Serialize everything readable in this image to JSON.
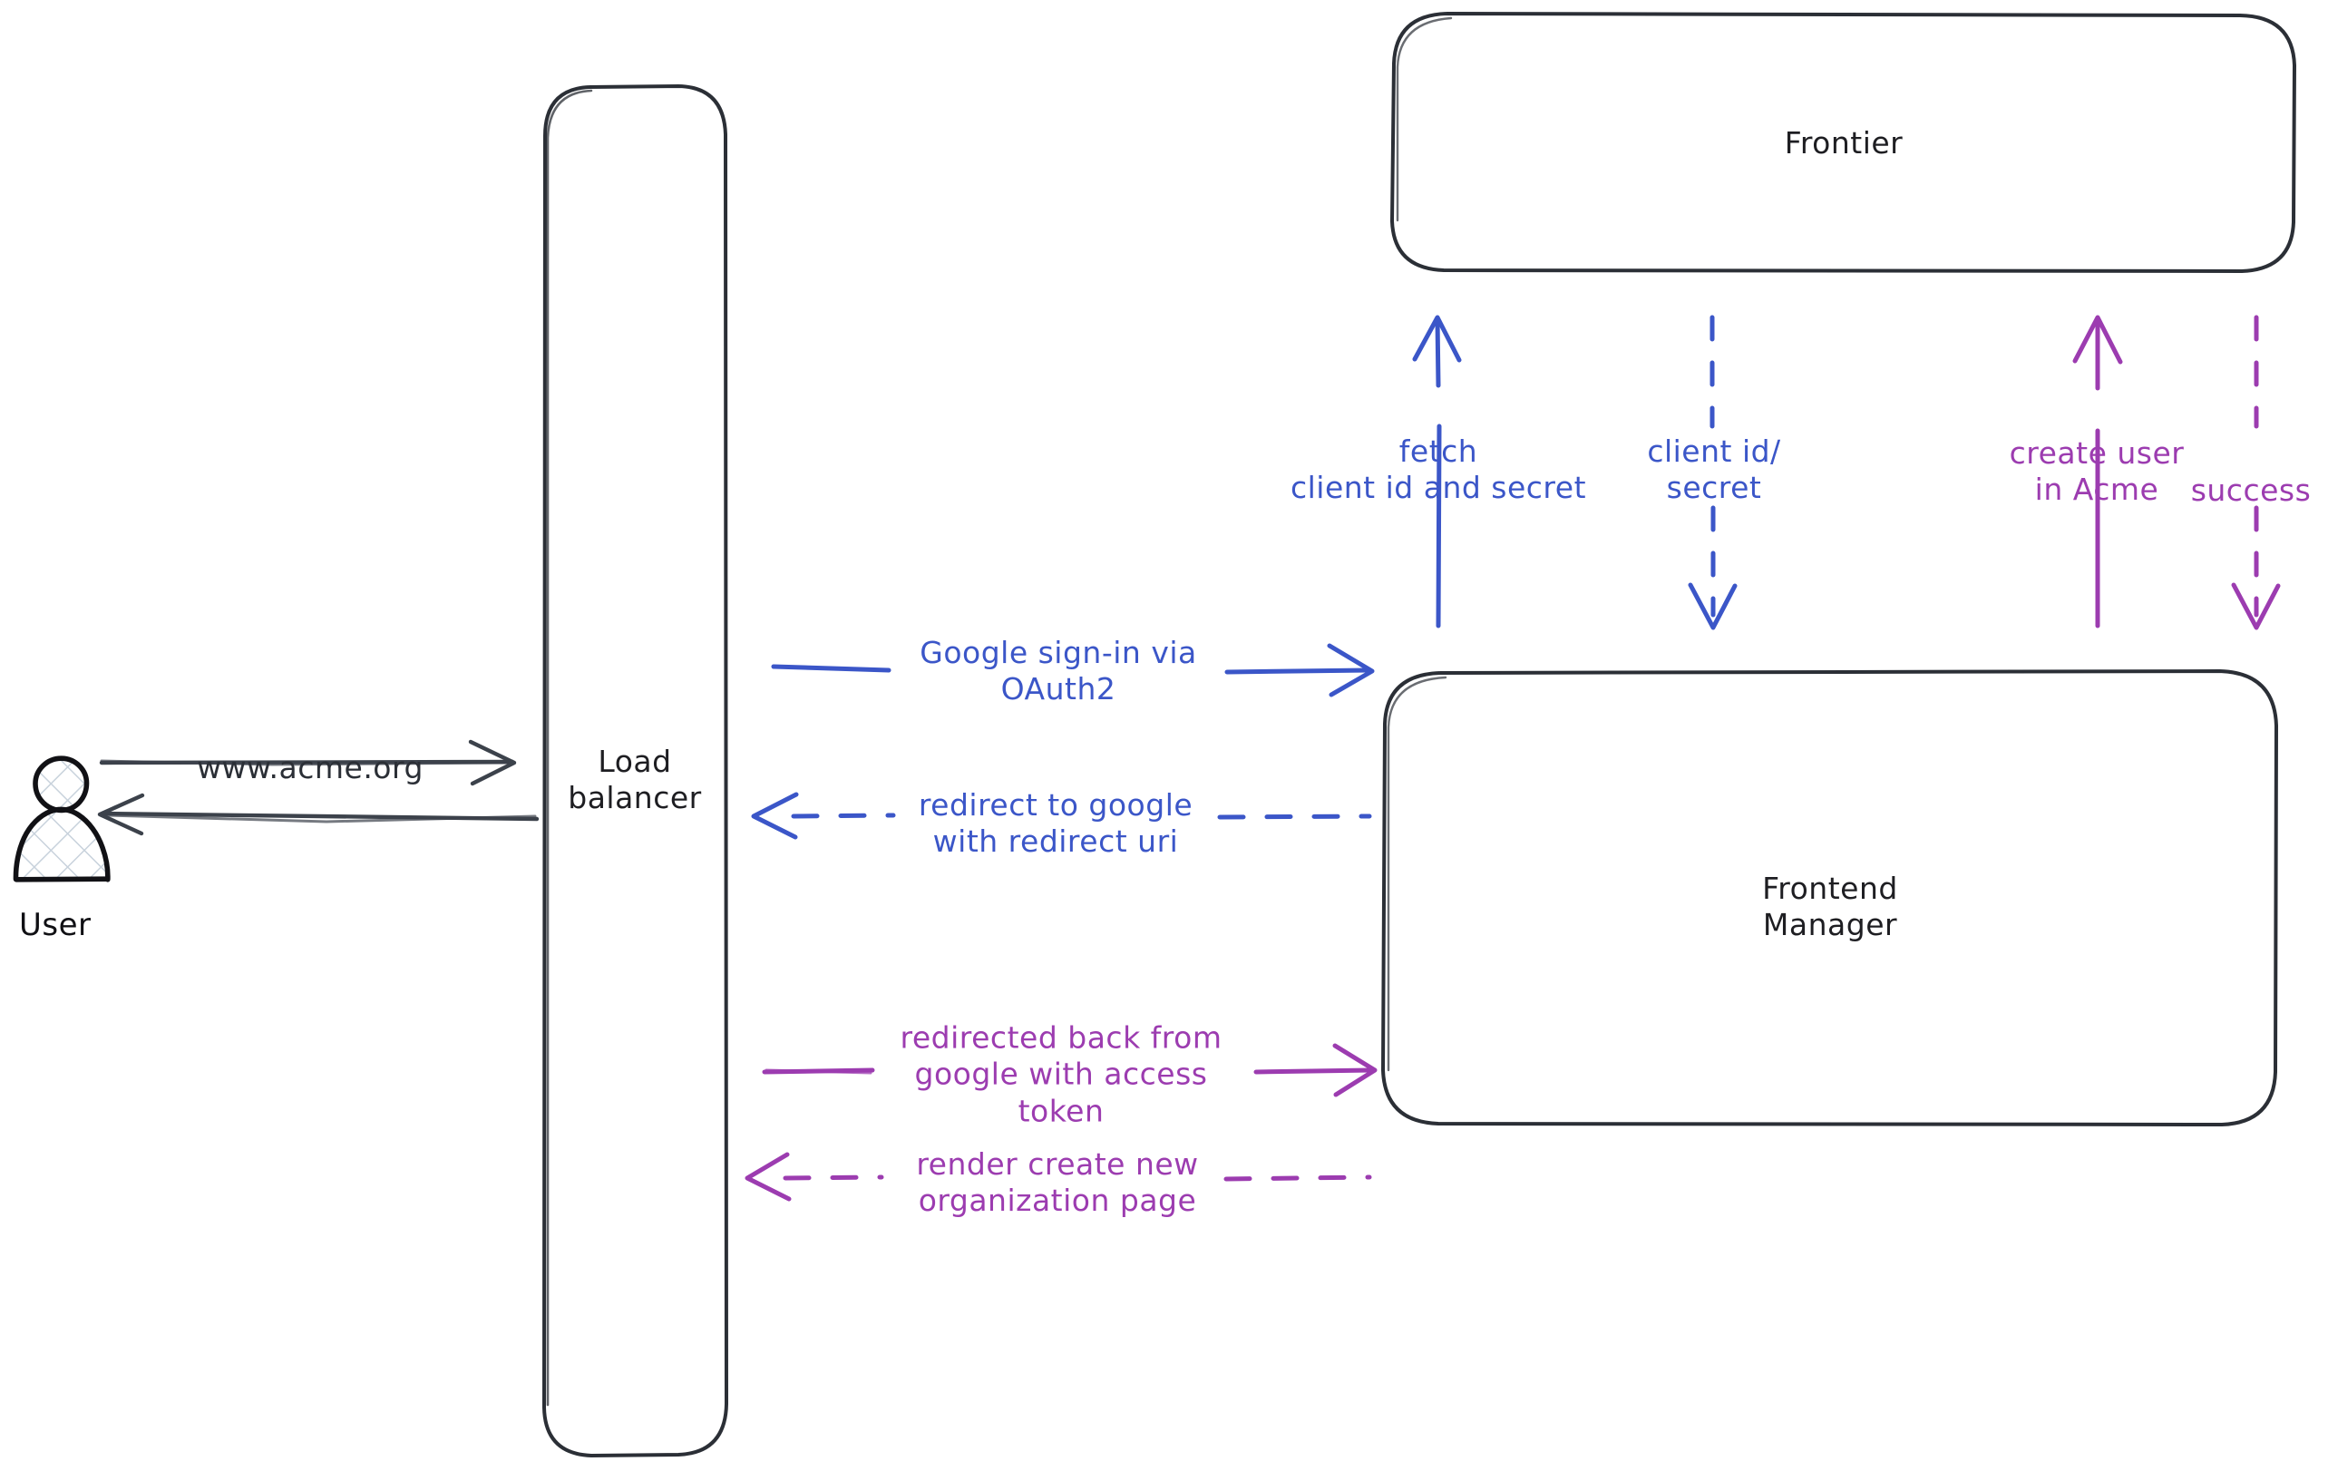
{
  "diagram": {
    "title": "Google OAuth2 sign-in sequence",
    "background_color": "#ffffff",
    "stroke_color": "#2b2f36",
    "blue_color": "#3b56c8",
    "purple_color": "#9c3cb0"
  },
  "actors": {
    "user": {
      "label": "User",
      "icon": "user-person-icon"
    }
  },
  "nodes": [
    {
      "id": "load-balancer",
      "label_line1": "Load",
      "label_line2": "balancer"
    },
    {
      "id": "frontier",
      "label": "Frontier"
    },
    {
      "id": "frontend-manager",
      "label_line1": "Frontend",
      "label_line2": "Manager"
    }
  ],
  "edges": [
    {
      "id": "user-to-lb",
      "from": "user",
      "to": "load-balancer",
      "label": "www.acme.org",
      "style": "solid",
      "color": "#2b2f36",
      "direction": "right"
    },
    {
      "id": "lb-to-user",
      "from": "load-balancer",
      "to": "user",
      "label": "",
      "style": "solid",
      "color": "#2b2f36",
      "direction": "left"
    },
    {
      "id": "lb-to-fm-signin",
      "from": "load-balancer",
      "to": "frontend-manager",
      "label_line1": "Google sign-in via",
      "label_line2": "OAuth2",
      "style": "solid",
      "color": "#3b56c8",
      "direction": "right"
    },
    {
      "id": "fm-to-lb-redirect",
      "from": "frontend-manager",
      "to": "load-balancer",
      "label_line1": "redirect to google",
      "label_line2": "with redirect uri",
      "style": "dashed",
      "color": "#3b56c8",
      "direction": "left"
    },
    {
      "id": "lb-to-fm-token",
      "from": "load-balancer",
      "to": "frontend-manager",
      "label_line1": "redirected back from",
      "label_line2": "google with access",
      "label_line3": "token",
      "style": "solid",
      "color": "#9c3cb0",
      "direction": "right"
    },
    {
      "id": "fm-to-lb-render",
      "from": "frontend-manager",
      "to": "load-balancer",
      "label_line1": "render create new",
      "label_line2": "organization page",
      "style": "dashed",
      "color": "#9c3cb0",
      "direction": "left"
    },
    {
      "id": "fm-to-frontier-fetch",
      "from": "frontend-manager",
      "to": "frontier",
      "label_line1": "fetch",
      "label_line2": "client id and secret",
      "style": "solid",
      "color": "#3b56c8",
      "direction": "up"
    },
    {
      "id": "frontier-to-fm-creds",
      "from": "frontier",
      "to": "frontend-manager",
      "label_line1": "client id/",
      "label_line2": "secret",
      "style": "dashed",
      "color": "#3b56c8",
      "direction": "down"
    },
    {
      "id": "fm-to-frontier-createuser",
      "from": "frontend-manager",
      "to": "frontier",
      "label_line1": "create user",
      "label_line2": "in Acme",
      "style": "solid",
      "color": "#9c3cb0",
      "direction": "up"
    },
    {
      "id": "frontier-to-fm-success",
      "from": "frontier",
      "to": "frontend-manager",
      "label": "success",
      "style": "dashed",
      "color": "#9c3cb0",
      "direction": "down"
    }
  ]
}
